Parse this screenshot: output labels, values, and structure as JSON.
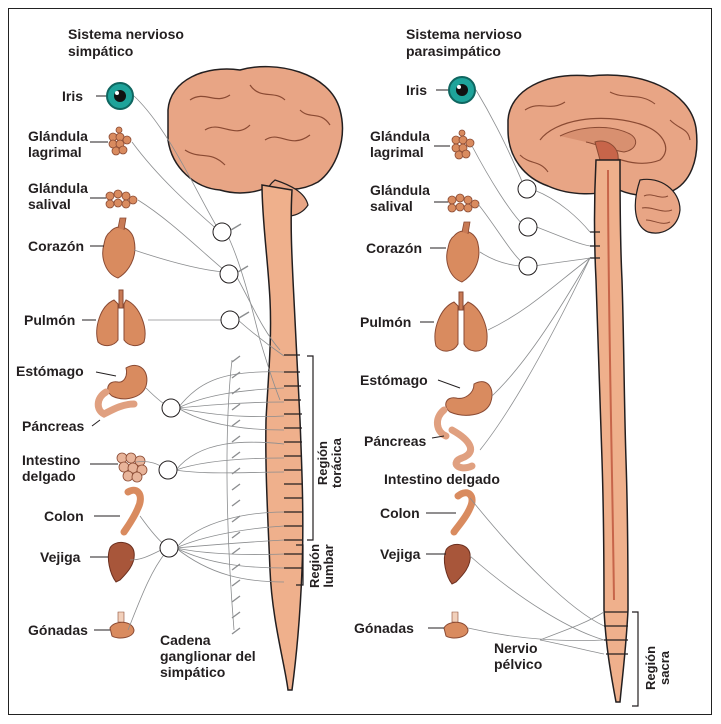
{
  "titles": {
    "left": "Sistema nervioso simpático",
    "right": "Sistema nervioso parasimpático"
  },
  "left_labels": {
    "iris": "Iris",
    "lacrimal": "Glándula lagrimal",
    "salivary": "Glándula salival",
    "heart": "Corazón",
    "lung": "Pulmón",
    "stomach": "Estómago",
    "pancreas": "Páncreas",
    "intestine": "Intestino delgado",
    "colon": "Colon",
    "bladder": "Vejiga",
    "gonads": "Gónadas"
  },
  "right_labels": {
    "iris": "Iris",
    "lacrimal": "Glándula lagrimal",
    "salivary": "Glándula salival",
    "heart": "Corazón",
    "lung": "Pulmón",
    "stomach": "Estómago",
    "pancreas": "Páncreas",
    "intestine": "Intestino delgado",
    "colon": "Colon",
    "bladder": "Vejiga",
    "gonads": "Gónadas"
  },
  "regions": {
    "thoracic_line1": "Región",
    "thoracic_line2": "torácica",
    "lumbar_line1": "Región",
    "lumbar_line2": "lumbar",
    "sacral_line1": "Región",
    "sacral_line2": "sacra"
  },
  "annotations": {
    "chain": "Cadena ganglionar del simpático",
    "pelvic": "Nervio pélvico"
  },
  "colors": {
    "cord": "#efb08c",
    "brain": "#e8a585",
    "organ": "#d98b5f",
    "outline": "#231f20",
    "iris": "#1ea39a",
    "ganglion_chain": "#8b8d8f"
  }
}
